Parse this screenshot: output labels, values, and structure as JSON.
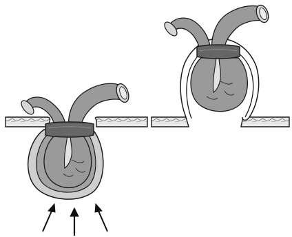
{
  "figure": {
    "panels": [
      {
        "id": "left",
        "description_semantic": "herniated-loop-beneath-wall"
      },
      {
        "id": "right",
        "description_semantic": "herniated-loop-lifted-above-wall"
      }
    ],
    "colors": {
      "stroke": "#1a1a1a",
      "bowel_fill": "#9a9a9a",
      "bowel_dark": "#6f6f6f",
      "sac_fill": "#c9c9c9",
      "sac_outer": "#ffffff",
      "ring_fill": "#6a6a6a",
      "wall_fill": "#e6e6e6",
      "lumen_fill": "#d8d8d8",
      "background": "#ffffff"
    },
    "arrow_count": 3
  }
}
